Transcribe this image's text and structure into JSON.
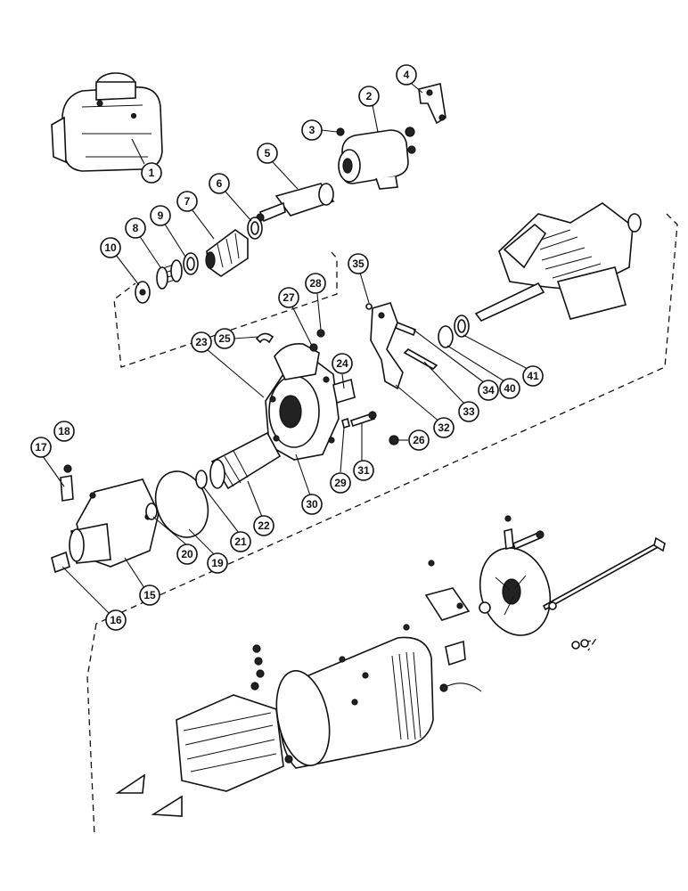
{
  "callouts": [
    {
      "id": "c1",
      "label": "1"
    },
    {
      "id": "c2",
      "label": "2"
    },
    {
      "id": "c3",
      "label": "3"
    },
    {
      "id": "c4",
      "label": "4"
    },
    {
      "id": "c5",
      "label": "5"
    },
    {
      "id": "c6",
      "label": "6"
    },
    {
      "id": "c7",
      "label": "7"
    },
    {
      "id": "c8",
      "label": "8"
    },
    {
      "id": "c9",
      "label": "9"
    },
    {
      "id": "c10",
      "label": "10"
    },
    {
      "id": "c15",
      "label": "15"
    },
    {
      "id": "c16",
      "label": "16"
    },
    {
      "id": "c17",
      "label": "17"
    },
    {
      "id": "c18",
      "label": "18"
    },
    {
      "id": "c19",
      "label": "19"
    },
    {
      "id": "c20",
      "label": "20"
    },
    {
      "id": "c21",
      "label": "21"
    },
    {
      "id": "c22",
      "label": "22"
    },
    {
      "id": "c23",
      "label": "23"
    },
    {
      "id": "c24",
      "label": "24"
    },
    {
      "id": "c25",
      "label": "25"
    },
    {
      "id": "c26",
      "label": "26"
    },
    {
      "id": "c27",
      "label": "27"
    },
    {
      "id": "c28",
      "label": "28"
    },
    {
      "id": "c29",
      "label": "29"
    },
    {
      "id": "c30",
      "label": "30"
    },
    {
      "id": "c31",
      "label": "31"
    },
    {
      "id": "c32",
      "label": "32"
    },
    {
      "id": "c33",
      "label": "33"
    },
    {
      "id": "c34",
      "label": "34"
    },
    {
      "id": "c35",
      "label": "35"
    },
    {
      "id": "c40",
      "label": "40"
    },
    {
      "id": "c41",
      "label": "41"
    }
  ]
}
